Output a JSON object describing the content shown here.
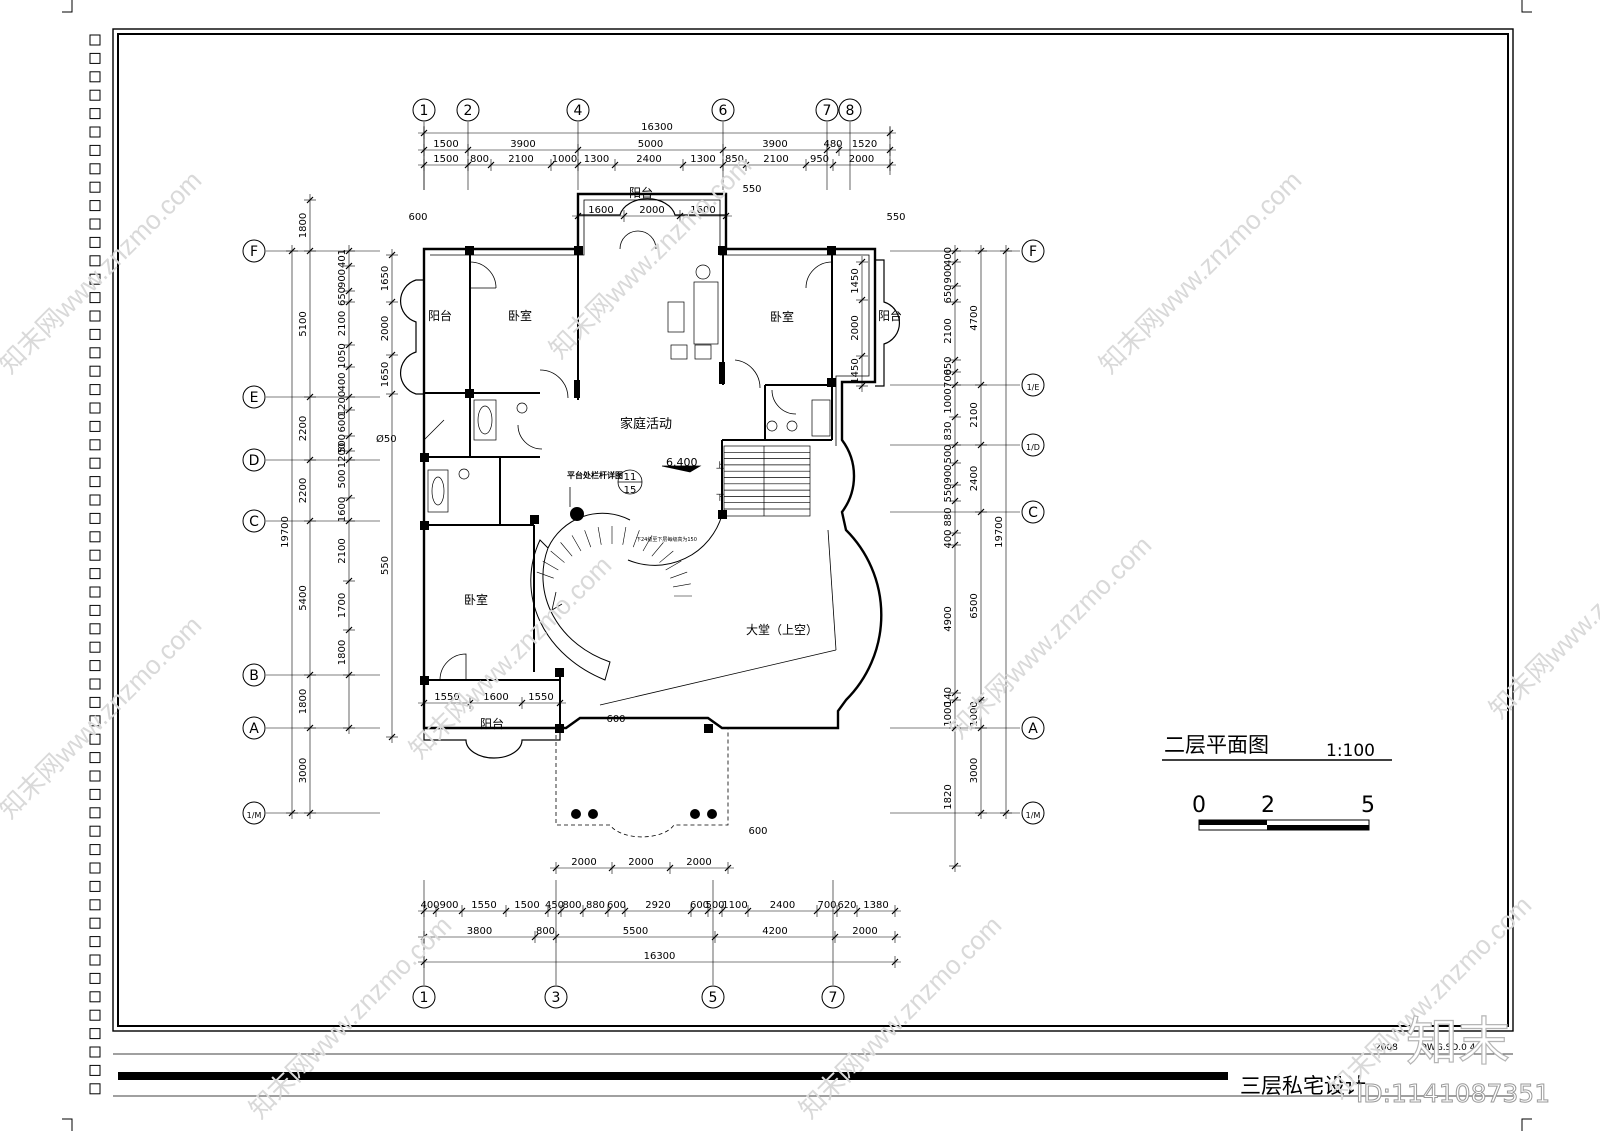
{
  "drawing": {
    "title": "二层平面图",
    "scale": "1:100",
    "project": "三层私宅设计",
    "year": "2008",
    "sheet_no": "DWG.SD.0 4",
    "id_tag": "ID:1141087351",
    "brand": "知末",
    "watermark": "知末网www.znzmo.com",
    "scale_bar": [
      "0",
      "2",
      "5"
    ]
  },
  "rooms": [
    {
      "key": "balcony_top",
      "label": "阳台"
    },
    {
      "key": "balcony_left",
      "label": "阳台"
    },
    {
      "key": "balcony_right",
      "label": "阳台"
    },
    {
      "key": "balcony_bottom",
      "label": "阳台"
    },
    {
      "key": "bedroom_nw",
      "label": "卧室"
    },
    {
      "key": "bedroom_ne",
      "label": "卧室"
    },
    {
      "key": "bedroom_sw",
      "label": "卧室"
    },
    {
      "key": "family",
      "label": "家庭活动"
    },
    {
      "key": "hall",
      "label": "大堂（上空）"
    }
  ],
  "notes": {
    "elevation": "6.400",
    "railing_note": "平台处栏杆详图",
    "detail_top": "11",
    "detail_bottom": "15",
    "pipe": "Ø50",
    "stair_note": "下24级至下层每级高为150",
    "up": "上",
    "down": "下"
  },
  "axes": {
    "top": [
      "1",
      "2",
      "4",
      "6",
      "7",
      "8"
    ],
    "bottom": [
      "1",
      "3",
      "5",
      "7"
    ],
    "left": [
      "F",
      "E",
      "D",
      "C",
      "B",
      "A",
      "1/M"
    ],
    "right": [
      "F",
      "1/E",
      "1/D",
      "C",
      "A",
      "1/M"
    ]
  },
  "dims": {
    "top_total": "16300",
    "top_row1": [
      "1500",
      "3900",
      "5000",
      "3900",
      "480",
      "1520"
    ],
    "top_row2": [
      "1500",
      "800",
      "2100",
      "1000",
      "1300",
      "2400",
      "1300",
      "850",
      "2100",
      "950",
      "2000"
    ],
    "top_balcony": [
      "1600",
      "2000",
      "1600"
    ],
    "top_misc": [
      "600",
      "550",
      "550"
    ],
    "bottom_row1": [
      "400",
      "900",
      "1550",
      "1500",
      "450",
      "800",
      "880",
      "600",
      "2920",
      "600",
      "500",
      "1100",
      "2400",
      "700",
      "620",
      "1380"
    ],
    "bottom_row2": [
      "3800",
      "800",
      "5500",
      "4200",
      "2000"
    ],
    "bottom_total": "16300",
    "bottom_porch": [
      "2000",
      "2000",
      "2000"
    ],
    "porch_misc": [
      "600",
      "600"
    ],
    "balcony_bottom": [
      "1550",
      "1600",
      "1550"
    ],
    "left_outer": [
      "1800",
      "5100",
      "2200",
      "2200",
      "5400",
      "1800",
      "3000"
    ],
    "left_total": "19700",
    "left_inner": [
      "401",
      "900",
      "650",
      "2100",
      "1050",
      "400",
      "1200",
      "600",
      "500",
      "1200",
      "500",
      "1600",
      "2100",
      "1700",
      "1800"
    ],
    "left_balcony": [
      "1650",
      "2000",
      "1650",
      "550"
    ],
    "right_outer": [
      "4700",
      "2100",
      "2400",
      "6500",
      "1000",
      "3000"
    ],
    "right_total": "19700",
    "right_inner": [
      "400",
      "900",
      "650",
      "2100",
      "650",
      "700",
      "1000",
      "830",
      "500",
      "900",
      "550",
      "880",
      "400",
      "4900",
      "140",
      "1000",
      "1820"
    ],
    "right_balcony": [
      "1450",
      "2000",
      "1450"
    ]
  }
}
